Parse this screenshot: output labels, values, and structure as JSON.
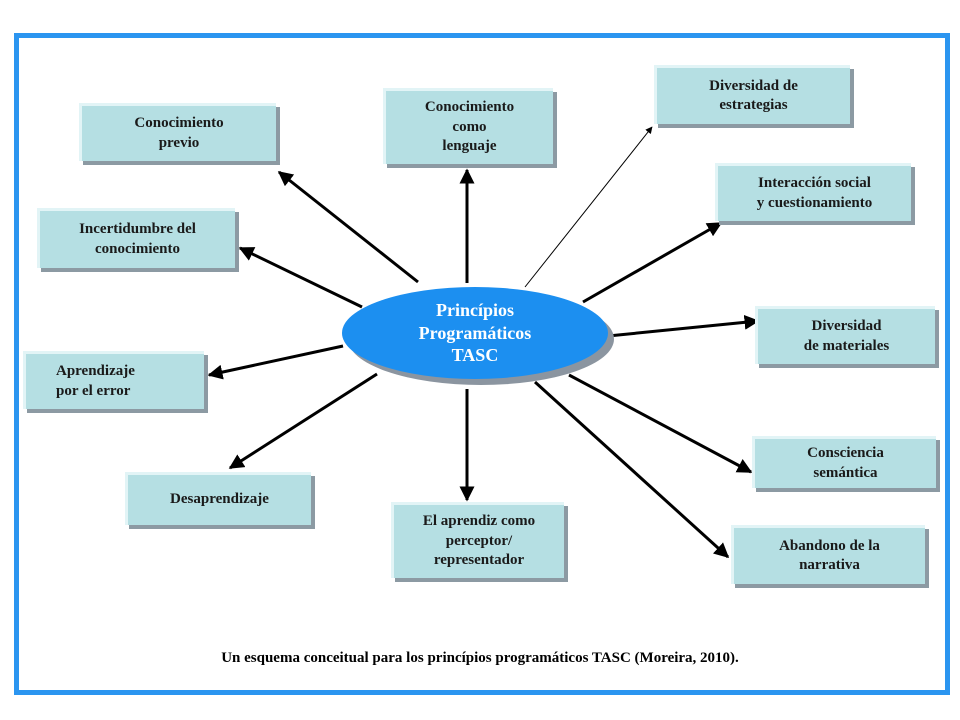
{
  "center": {
    "label": "Princípios\nProgramáticos\nTASC"
  },
  "nodes": [
    {
      "id": "conocimiento-previo",
      "label": "Conocimiento\nprevio"
    },
    {
      "id": "conocimiento-lenguaje",
      "label": "Conocimiento\ncomo\nlenguaje"
    },
    {
      "id": "diversidad-estrategias",
      "label": "Diversidad de\nestrategias"
    },
    {
      "id": "interaccion-social",
      "label": "Interacción social\ny cuestionamiento"
    },
    {
      "id": "incertidumbre",
      "label": "Incertidumbre del\nconocimiento"
    },
    {
      "id": "diversidad-materiales",
      "label": "Diversidad\nde materiales"
    },
    {
      "id": "aprendizaje-error",
      "label": "Aprendizaje\npor el error"
    },
    {
      "id": "consciencia-semantica",
      "label": "Consciencia\nsemántica"
    },
    {
      "id": "desaprendizaje",
      "label": "Desaprendizaje"
    },
    {
      "id": "aprendiz-perceptor",
      "label": "El aprendiz como\nperceptor/\nrepresentador"
    },
    {
      "id": "abandono-narrativa",
      "label": "Abandono de la\nnarrativa"
    }
  ],
  "caption": "Un esquema conceitual para los princípios programáticos TASC (Moreira, 2010)."
}
